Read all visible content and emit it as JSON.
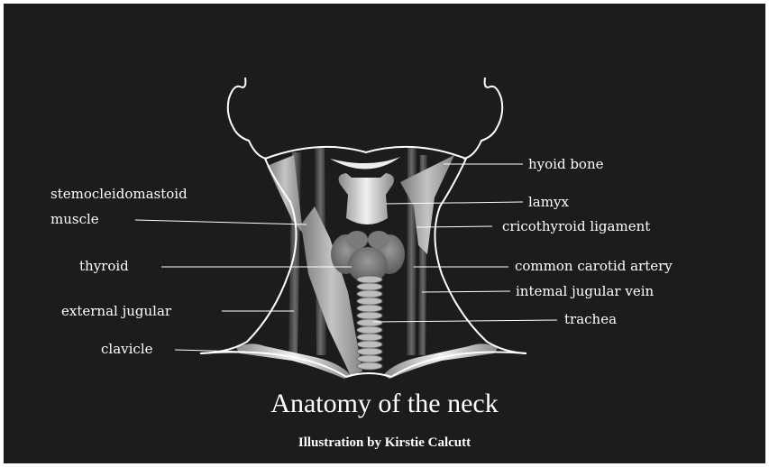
{
  "labels": {
    "sternocleidomastoid": "stemocleidomastoid",
    "muscle": "muscle",
    "thyroid": "thyroid",
    "external_jugular": "external jugular",
    "clavicle": "clavicle",
    "hyoid_bone": "hyoid bone",
    "larynx": "lamyx",
    "cricothyroid_ligament": "cricothyroid ligament",
    "common_carotid_artery": "common carotid artery",
    "internal_jugular_vein": "intemal jugular vein",
    "trachea": "trachea"
  },
  "title": "Anatomy of the neck",
  "credit": "Illustration by Kirstie Calcutt",
  "colors": {
    "background": "#1c1c1c",
    "outline": "#ffffff",
    "muscle": "#a8a8a8",
    "cartilage": "#d8d8d8"
  }
}
